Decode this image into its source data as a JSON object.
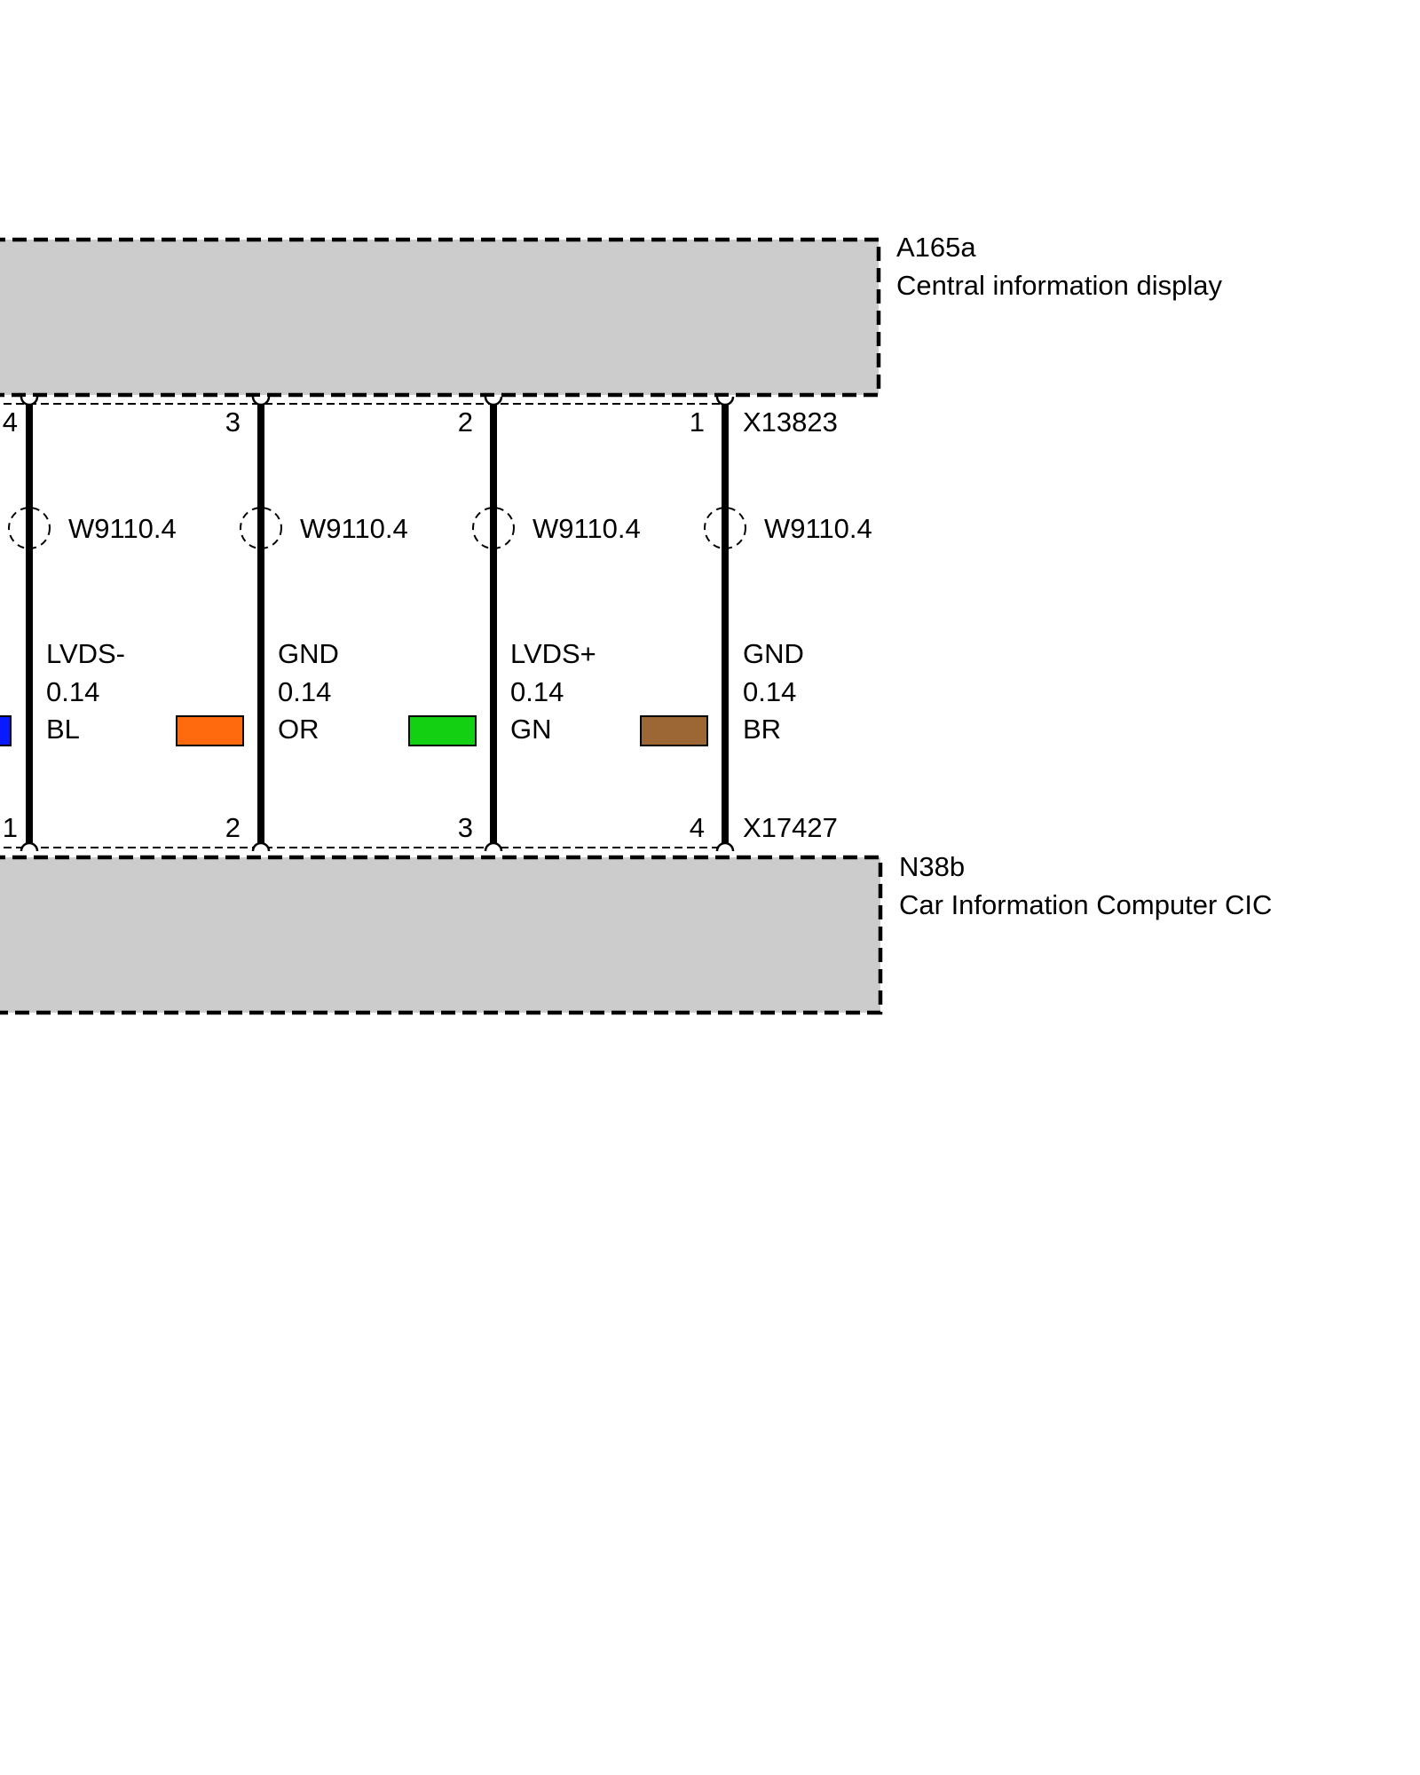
{
  "top_component": {
    "id": "A165a",
    "name": "Central information display",
    "connector": "X13823"
  },
  "bottom_component": {
    "id": "N38b",
    "name": "Car Information Computer CIC",
    "connector": "X17427"
  },
  "colors": {
    "box_fill": "#cccccc",
    "wire": "#000000",
    "BL": "#0a1aff",
    "OR": "#ff6a0f",
    "GN": "#13d013",
    "BR": "#9c6635"
  },
  "wires": [
    {
      "top_pin": "4",
      "bottom_pin": "1",
      "shield": "W9110.4",
      "signal": "LVDS-",
      "gauge": "0.14",
      "color_code": "BL",
      "color": "#0a1aff"
    },
    {
      "top_pin": "3",
      "bottom_pin": "2",
      "shield": "W9110.4",
      "signal": "GND",
      "gauge": "0.14",
      "color_code": "OR",
      "color": "#ff6a0f"
    },
    {
      "top_pin": "2",
      "bottom_pin": "3",
      "shield": "W9110.4",
      "signal": "LVDS+",
      "gauge": "0.14",
      "color_code": "GN",
      "color": "#13d013"
    },
    {
      "top_pin": "1",
      "bottom_pin": "4",
      "shield": "W9110.4",
      "signal": "GND",
      "gauge": "0.14",
      "color_code": "BR",
      "color": "#9c6635"
    }
  ]
}
